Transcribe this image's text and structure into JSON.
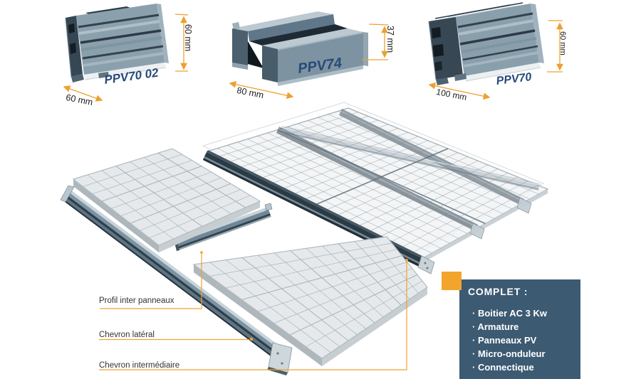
{
  "header_profiles": [
    {
      "name": "PPV70 02",
      "height": "60 mm",
      "width": "60 mm"
    },
    {
      "name": "PPV74",
      "height": "37 mm",
      "width": "80 mm"
    },
    {
      "name": "PPV70",
      "height": "60 mm",
      "width": "100 mm"
    }
  ],
  "callouts": [
    {
      "label": "Profil inter panneaux"
    },
    {
      "label": "Chevron latéral"
    },
    {
      "label": "Chevron intermédiaire"
    }
  ],
  "kit_box": {
    "title": "COMPLET :",
    "items": [
      "Boitier AC 3 Kw",
      "Armature",
      "Panneaux PV",
      "Micro-onduleur",
      "Connectique"
    ]
  },
  "colors": {
    "accent_orange": "#F2A42C",
    "box_blue": "#3C5A72",
    "profile_label_navy": "#28497A"
  }
}
